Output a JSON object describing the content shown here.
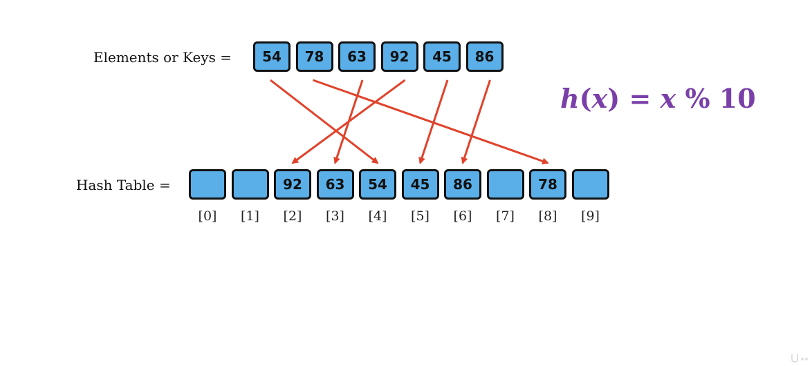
{
  "keys_label": "Elements or Keys =",
  "table_label": "Hash Table =",
  "keys": [
    "54",
    "78",
    "63",
    "92",
    "45",
    "86"
  ],
  "table": [
    "",
    "",
    "92",
    "63",
    "54",
    "45",
    "86",
    "",
    "78",
    ""
  ],
  "indices": [
    "[0]",
    "[1]",
    "[2]",
    "[3]",
    "[4]",
    "[5]",
    "[6]",
    "[7]",
    "[8]",
    "[9]"
  ],
  "formula": {
    "fn": "h",
    "open": "(",
    "var": "x",
    "close": ")",
    "eq": " = ",
    "var2": "x",
    "op": " % 10"
  },
  "mapping": [
    4,
    8,
    3,
    2,
    5,
    6
  ],
  "colors": {
    "cell_fill": "#5aafe8",
    "arrow": "#e0432b",
    "formula": "#7a3fa8"
  }
}
